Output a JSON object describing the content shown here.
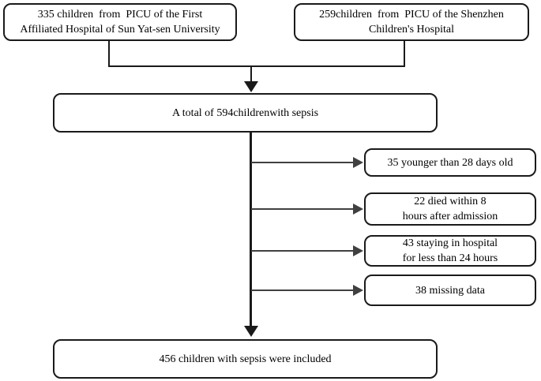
{
  "diagram": {
    "kind": "flowchart",
    "colors": {
      "box_border": "#1a1a1a",
      "main_line": "#1a1a1a",
      "branch_arrow": "#404040",
      "background": "#ffffff",
      "text": "#000000"
    },
    "nodes": {
      "source_left": {
        "line1": "335 children  from  PICU of the First",
        "line2": "Affiliated Hospital of Sun Yat-sen University"
      },
      "source_right": {
        "line1": "259children  from  PICU of the Shenzhen",
        "line2": "Children's Hospital"
      },
      "total": {
        "line1": "A total of 594childrenwith sepsis"
      },
      "excluded_newborns": {
        "line1": "35 younger than 28 days old"
      },
      "excluded_died": {
        "line1": "22 died within 8",
        "line2": "hours after admission"
      },
      "excluded_short_stay": {
        "line1": "43 staying in hospital",
        "line2": "for less than 24 hours"
      },
      "excluded_missing": {
        "line1": "38 missing data"
      },
      "included": {
        "line1": "456 children with sepsis were included"
      }
    }
  }
}
